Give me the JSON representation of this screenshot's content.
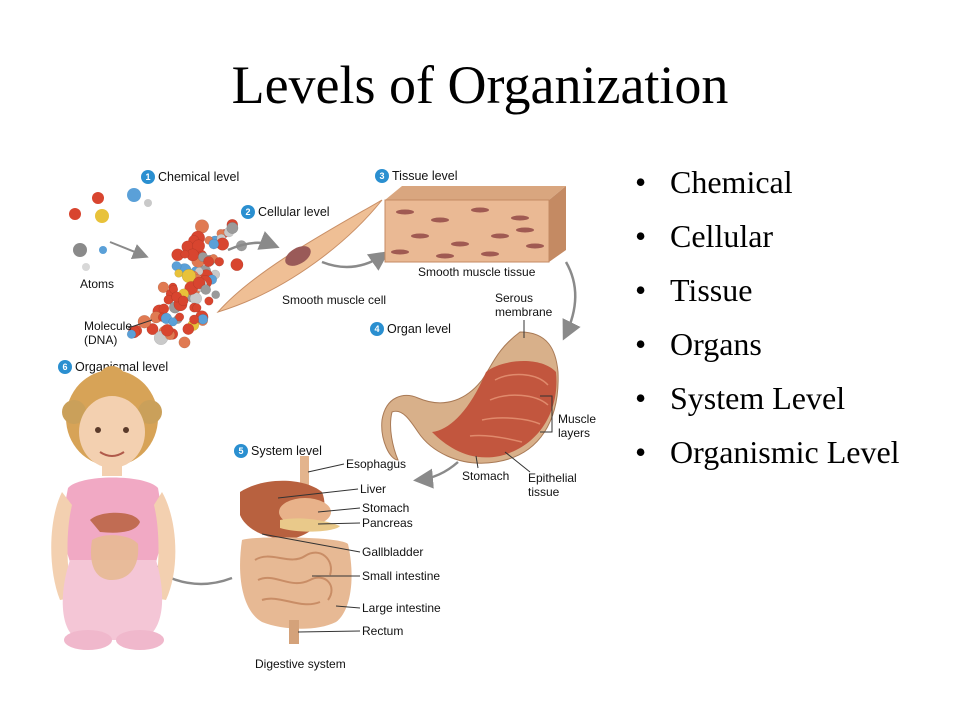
{
  "slide": {
    "title": "Levels of Organization",
    "bullets": [
      "Chemical",
      "Cellular",
      "Tissue",
      "Organs",
      "System Level",
      "Organismic Level"
    ]
  },
  "figure": {
    "levels": [
      {
        "number": "1",
        "label": "Chemical level"
      },
      {
        "number": "2",
        "label": "Cellular level"
      },
      {
        "number": "3",
        "label": "Tissue level"
      },
      {
        "number": "4",
        "label": "Organ level"
      },
      {
        "number": "5",
        "label": "System level"
      },
      {
        "number": "6",
        "label": "Organismal level"
      }
    ],
    "labels": {
      "atoms": "Atoms",
      "molecule_line1": "Molecule",
      "molecule_line2": "(DNA)",
      "smooth_muscle_cell": "Smooth muscle cell",
      "smooth_muscle_tissue": "Smooth muscle tissue",
      "serous_line1": "Serous",
      "serous_line2": "membrane",
      "muscle_layers_line1": "Muscle",
      "muscle_layers_line2": "layers",
      "stomach_organ": "Stomach",
      "epithelial_line1": "Epithelial",
      "epithelial_line2": "tissue",
      "esophagus": "Esophagus",
      "liver": "Liver",
      "stomach": "Stomach",
      "pancreas": "Pancreas",
      "gallbladder": "Gallbladder",
      "small_intestine": "Small intestine",
      "large_intestine": "Large intestine",
      "rectum": "Rectum",
      "digestive_system": "Digestive system"
    },
    "colors": {
      "badge": "#2a8fd0",
      "muscle": "#c2563e",
      "tissue": "#e7b98f",
      "skin": "#f3d0b0",
      "shirt": "#f1a9c4",
      "arrow": "#8a8a8a"
    }
  }
}
